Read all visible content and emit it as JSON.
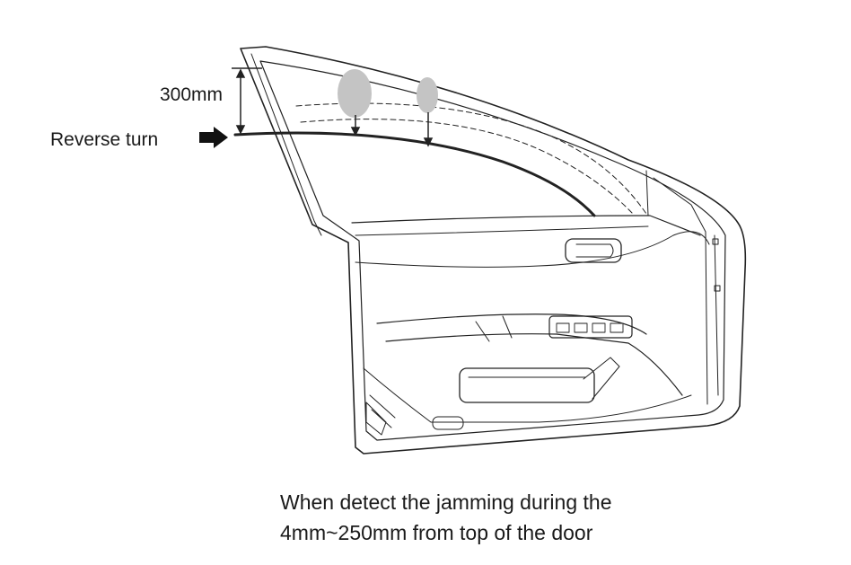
{
  "labels": {
    "dimension": "300mm",
    "reverse_turn": "Reverse turn"
  },
  "caption": {
    "line1": "When detect the jamming during the",
    "line2": "4mm~250mm from top of the door"
  },
  "colors": {
    "line": "#222222",
    "obstacle_fill": "#c4c4c4",
    "background": "#ffffff"
  },
  "icons": {
    "reverse_arrow": "right-arrow-icon"
  }
}
